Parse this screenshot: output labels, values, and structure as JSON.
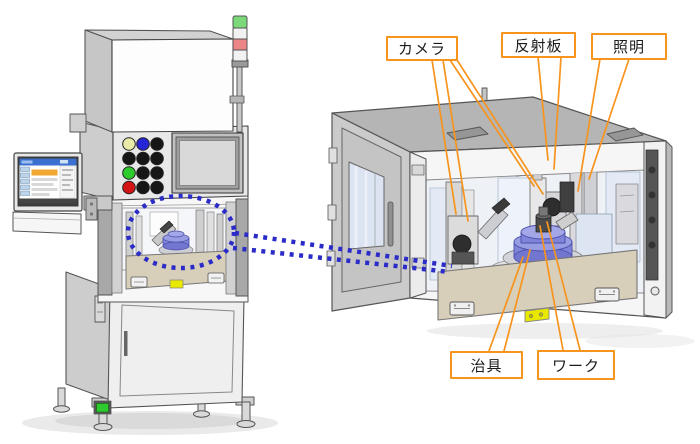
{
  "annotations": {
    "camera": {
      "label": "カメラ"
    },
    "reflector": {
      "label": "反射板"
    },
    "lighting": {
      "label": "照明"
    },
    "jig": {
      "label": "治具"
    },
    "workpiece": {
      "label": "ワーク"
    }
  },
  "style": {
    "callout_border": "#F7941D",
    "leader_line": "#F7941D",
    "zoom_marker_blue": "#2B2BC8",
    "tower_green": "#7BD87B",
    "tower_red": "#EC8585",
    "button_yellow": "#E9E9A8",
    "button_blue": "#2626D8",
    "button_green": "#2ECB2E",
    "button_red": "#D41414",
    "button_black": "#161616",
    "jig_blue": "#8084D8",
    "front_panel_beige": "#D8CFBA",
    "monitor_titlebar_blue": "#3B6FD0",
    "monitor_highlight_orange": "#F0A830",
    "status_lamp_green": "#2ECB2E",
    "yellow_block": "#E8E800"
  }
}
